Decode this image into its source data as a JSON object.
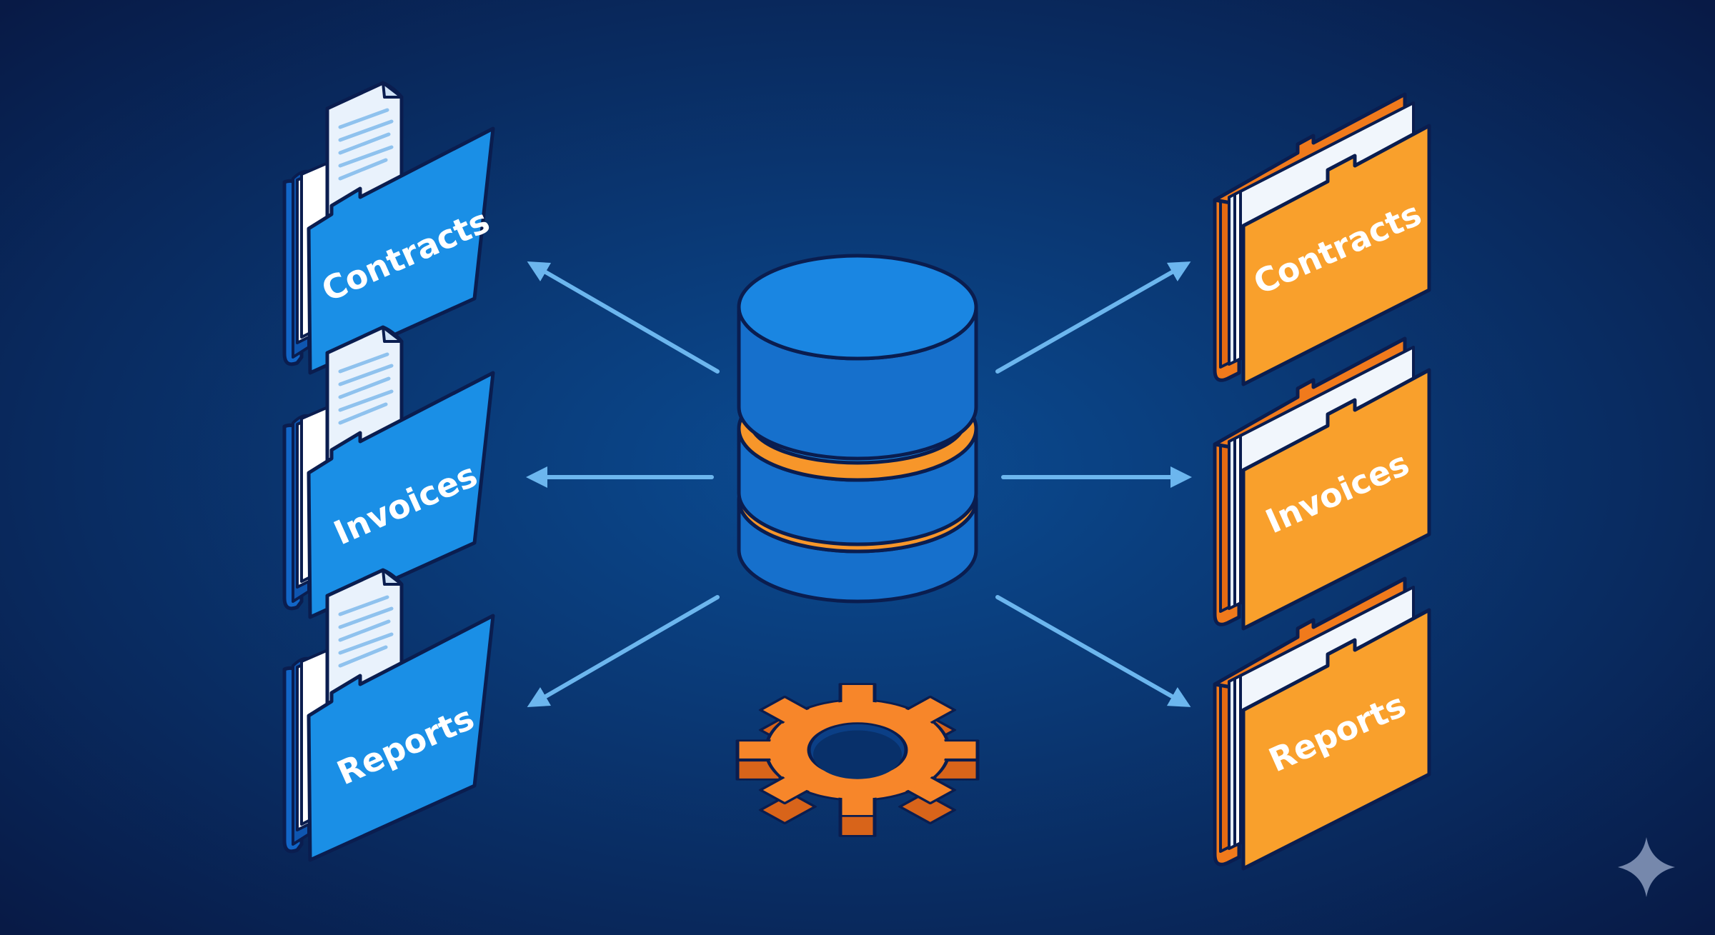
{
  "colors": {
    "background_center": "#0b4c93",
    "background_edge": "#081a46",
    "outline": "#0a1d4f",
    "blue_folder_front": "#1a8fe6",
    "blue_folder_back": "#1266c8",
    "orange_folder_front": "#f9a02c",
    "orange_folder_back": "#f07a1c",
    "database_blue": "#1a86e2",
    "database_band": "#f7962a",
    "gear_orange": "#f7862a",
    "arrow": "#6cb6ee",
    "paper": "#e9f2fc",
    "paper_lines": "#8fc2ee"
  },
  "left_folders": [
    {
      "label": "Contracts",
      "icon": "folder-open-with-document-icon"
    },
    {
      "label": "Invoices",
      "icon": "folder-open-with-document-icon"
    },
    {
      "label": "Reports",
      "icon": "folder-open-with-document-icon"
    }
  ],
  "right_folders": [
    {
      "label": "Contracts",
      "icon": "folder-with-files-icon"
    },
    {
      "label": "Invoices",
      "icon": "folder-with-files-icon"
    },
    {
      "label": "Reports",
      "icon": "folder-with-files-icon"
    }
  ],
  "center": {
    "database_icon": "database-cylinder-icon",
    "gear_icon": "gear-icon"
  },
  "corner_mark_icon": "sparkle-icon"
}
